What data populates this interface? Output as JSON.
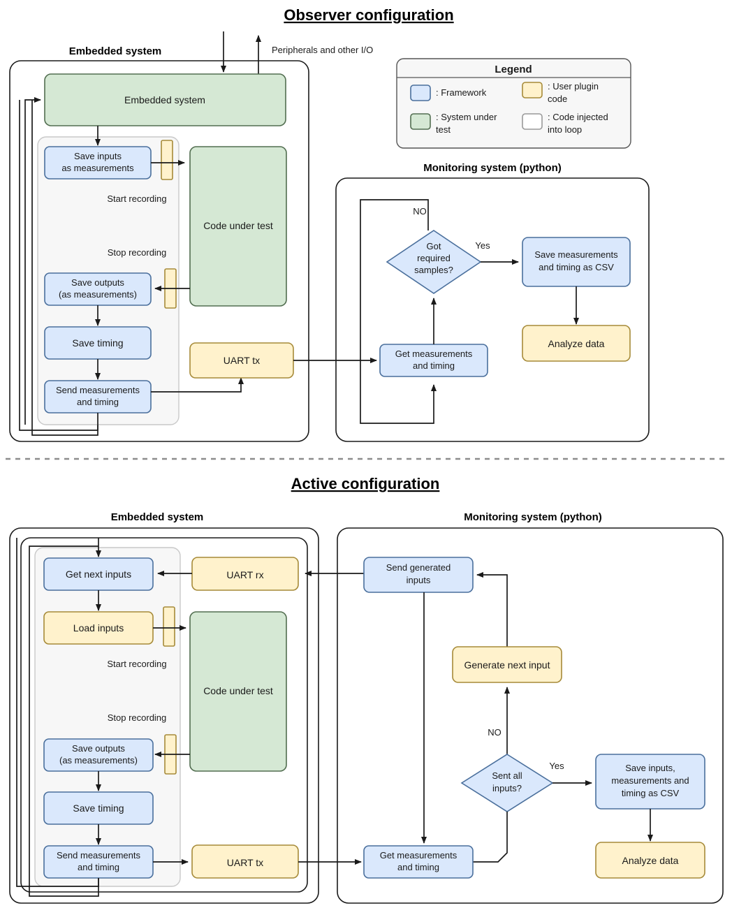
{
  "titles": {
    "observer": "Observer configuration",
    "active": "Active configuration"
  },
  "section_labels": {
    "embedded_observer": "Embedded system",
    "monitoring_observer": "Monitoring system (python)",
    "embedded_active": "Embedded system",
    "monitoring_active": "Monitoring system (python)"
  },
  "legend": {
    "title": "Legend",
    "items": [
      {
        "swatch": "framework-swatch",
        "color": "#dae8fc",
        "label": ": Framework"
      },
      {
        "swatch": "user-plugin-swatch",
        "color": "#fff2cc",
        "label": ": User plugin code"
      },
      {
        "swatch": "system-under-test-swatch",
        "color": "#d5e8d4",
        "label": ": System under test"
      },
      {
        "swatch": "injected-code-swatch",
        "color": "#ffffff",
        "label": ": Code injected into loop"
      }
    ],
    "item_lines": {
      "framework": [
        "Framework"
      ],
      "user_plugin": [
        "User plugin",
        "code"
      ],
      "system_under_test": [
        "System under",
        "test"
      ],
      "injected": [
        "Code injected",
        "into loop"
      ]
    }
  },
  "observer": {
    "peripherals_label": "Peripherals and other I/O",
    "embedded": {
      "system_box": "Embedded system",
      "code_under_test": "Code under test",
      "save_inputs": [
        "Save inputs",
        "as measurements"
      ],
      "start_recording": "Start recording",
      "stop_recording": "Stop recording",
      "save_outputs": [
        "Save outputs",
        "(as measurements)"
      ],
      "save_timing": "Save timing",
      "send_measurements": [
        "Send measurements",
        "and timing"
      ],
      "uart_tx": "UART tx"
    },
    "monitoring": {
      "decision": [
        "Got",
        "required",
        "samples?"
      ],
      "no_label": "NO",
      "yes_label": "Yes",
      "save_csv": [
        "Save measurements",
        "and timing as CSV"
      ],
      "analyze": "Analyze data",
      "get_measurements": [
        "Get measurements",
        "and timing"
      ]
    }
  },
  "active": {
    "embedded": {
      "get_next_inputs": "Get next inputs",
      "load_inputs": "Load inputs",
      "start_recording": "Start recording",
      "stop_recording": "Stop recording",
      "code_under_test": "Code under test",
      "save_outputs": [
        "Save outputs",
        "(as measurements)"
      ],
      "save_timing": "Save timing",
      "send_measurements": [
        "Send measurements",
        "and timing"
      ],
      "uart_rx": "UART rx",
      "uart_tx": "UART tx"
    },
    "monitoring": {
      "send_generated": [
        "Send generated",
        "inputs"
      ],
      "generate_next": "Generate next input",
      "decision": [
        "Sent all",
        "inputs?"
      ],
      "no_label": "NO",
      "yes_label": "Yes",
      "save_csv": [
        "Save inputs,",
        "measurements and",
        "timing as CSV"
      ],
      "analyze": "Analyze data",
      "get_measurements": [
        "Get measurements",
        "and timing"
      ]
    }
  },
  "colors": {
    "framework_fill": "#dae8fc",
    "framework_stroke": "#4a6f9c",
    "sut_fill": "#d5e8d4",
    "sut_stroke": "#526e50",
    "plugin_fill": "#fff2cc",
    "plugin_stroke": "#a68a38",
    "injected_fill": "#ffffff",
    "injected_stroke": "#999999",
    "line": "#1a1a1a",
    "divider": "#8c8c8c"
  }
}
